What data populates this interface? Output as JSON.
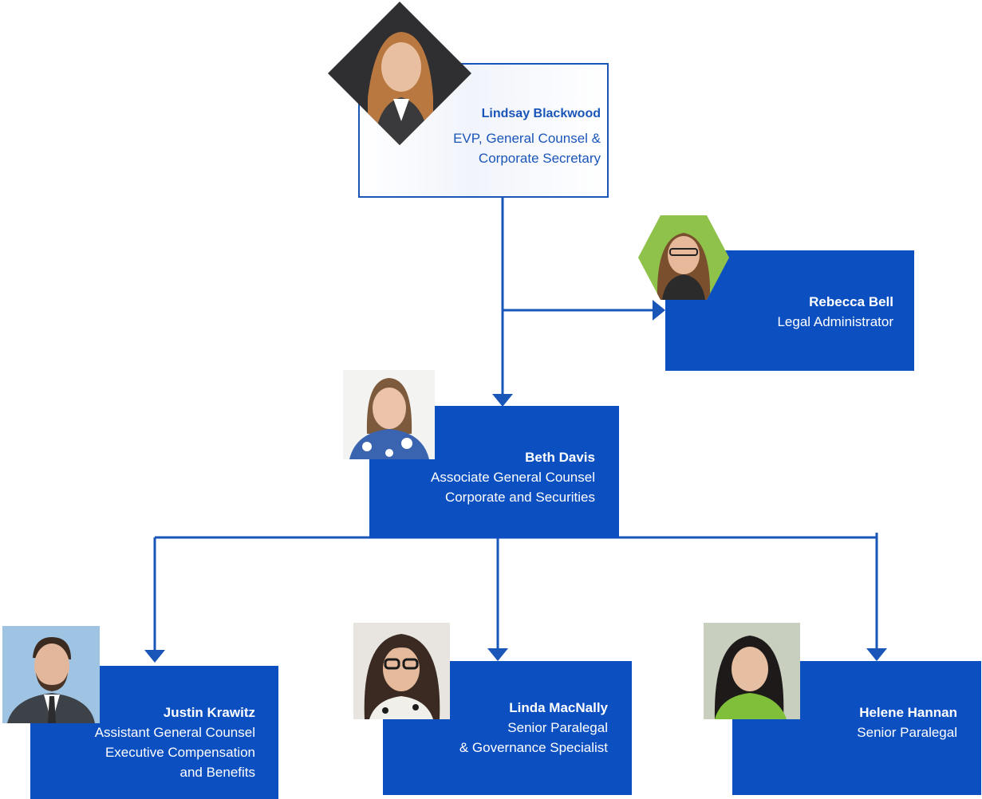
{
  "colors": {
    "box_fill": "#0b4fc0",
    "box_outline": "#1a55b8",
    "connector": "#1a55b8"
  },
  "top": {
    "name": "Lindsay Blackwood",
    "title_line1": "EVP, General Counsel &",
    "title_line2": "Corporate Secretary"
  },
  "admin": {
    "name": "Rebecca Bell",
    "title_line1": "Legal Administrator"
  },
  "manager": {
    "name": "Beth Davis",
    "title_line1": "Associate General Counsel",
    "title_line2": "Corporate and Securities"
  },
  "reports": [
    {
      "name": "Justin Krawitz",
      "title_line1": "Assistant General Counsel",
      "title_line2": "Executive Compensation",
      "title_line3": "and Benefits"
    },
    {
      "name": "Linda MacNally",
      "title_line1": "Senior Paralegal",
      "title_line2": "& Governance Specialist"
    },
    {
      "name": "Helene Hannan",
      "title_line1": "Senior Paralegal"
    }
  ]
}
